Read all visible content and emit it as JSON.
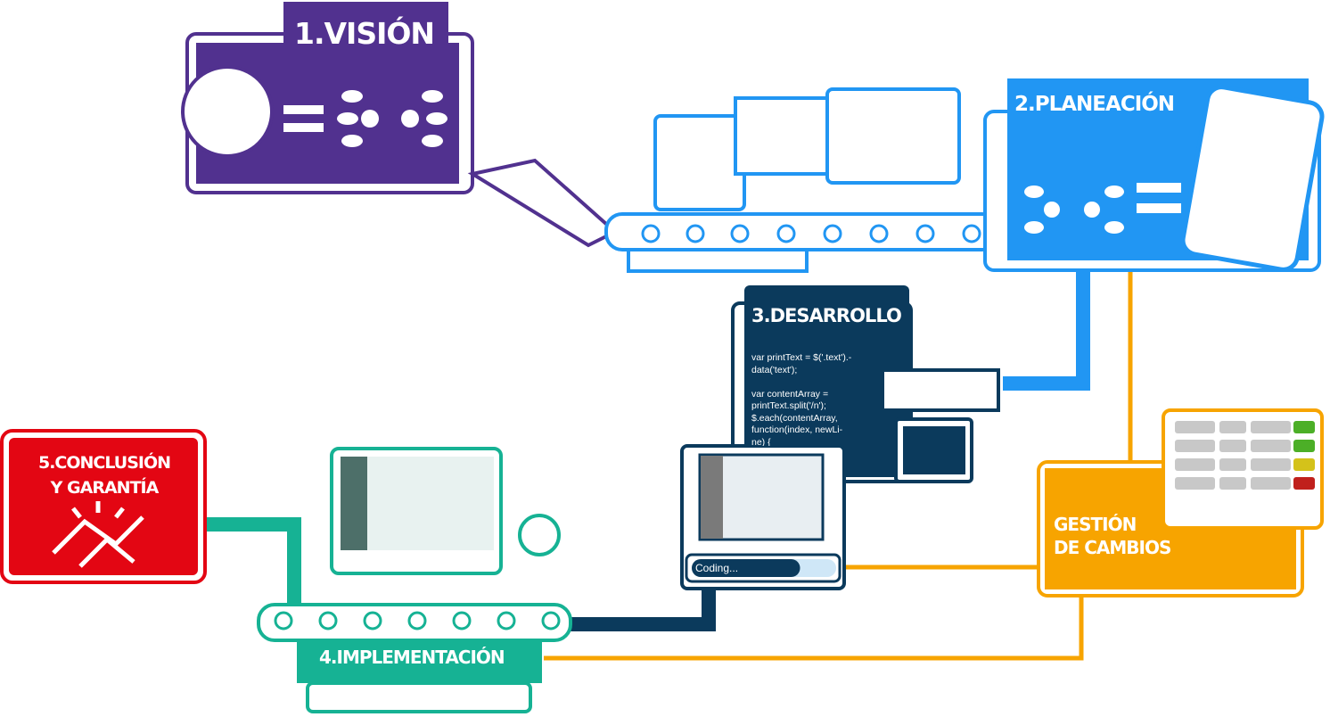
{
  "stages": [
    {
      "label": "1.VISIÓN",
      "color": "#51318f"
    },
    {
      "label": "2.PLANEACIÓN",
      "color": "#2196f3"
    },
    {
      "label": "3.DESARROLLO",
      "color": "#0b3a5c"
    },
    {
      "label": "4.IMPLEMENTACIÓN",
      "color": "#16b294"
    },
    {
      "label": "5.CONCLUSIÓN Y GARANTÍA",
      "label_line1": "5.CONCLUSIÓN",
      "label_line2": "Y GARANTÍA",
      "color": "#e30613"
    }
  ],
  "change_management": {
    "label_line1": "GESTIÓN",
    "label_line2": "DE CAMBIOS",
    "color": "#f7a400",
    "status_colors": [
      "#4caf27",
      "#4caf27",
      "#d4c21a",
      "#c0201c"
    ]
  },
  "code_snippet": "var printText = $('.text').-\ndata('text');\n\nvar contentArray =\nprintText.split('/n');\n$.each(contentArray,\nfunction(index, newLi-\nne) {\n$('.text').append('<s-",
  "coding_status": {
    "label": "Coding...",
    "progress": 0.75
  }
}
